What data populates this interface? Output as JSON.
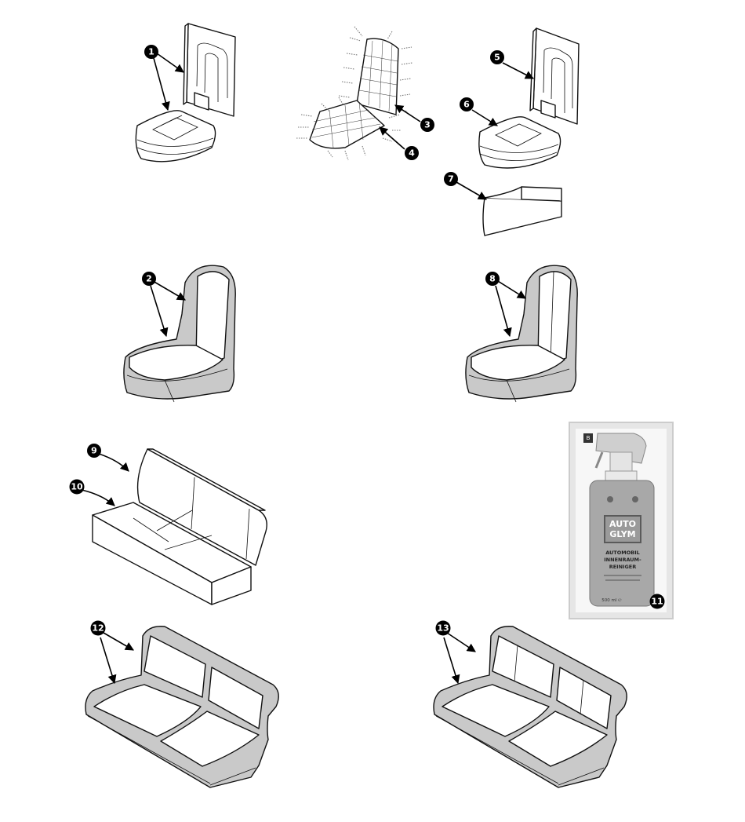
{
  "callouts": {
    "c1": "1",
    "c2": "2",
    "c3": "3",
    "c4": "4",
    "c5": "5",
    "c6": "6",
    "c7": "7",
    "c8": "8",
    "c9": "9",
    "c10": "10",
    "c11": "11",
    "c12": "12",
    "c13": "13"
  },
  "product": {
    "brand_line1": "AUTO",
    "brand_line2": "GLYM",
    "name_line1": "AUTOMOBIL",
    "name_line2": "INNENRAUM-",
    "name_line3": "REINIGER",
    "volume": "500 ml ℮"
  },
  "colors": {
    "upholstery_gray": "#c9c9c9",
    "bottle_gray": "#a8a8a8",
    "label_red": "#9a9a9a",
    "callout_black": "#000000"
  }
}
